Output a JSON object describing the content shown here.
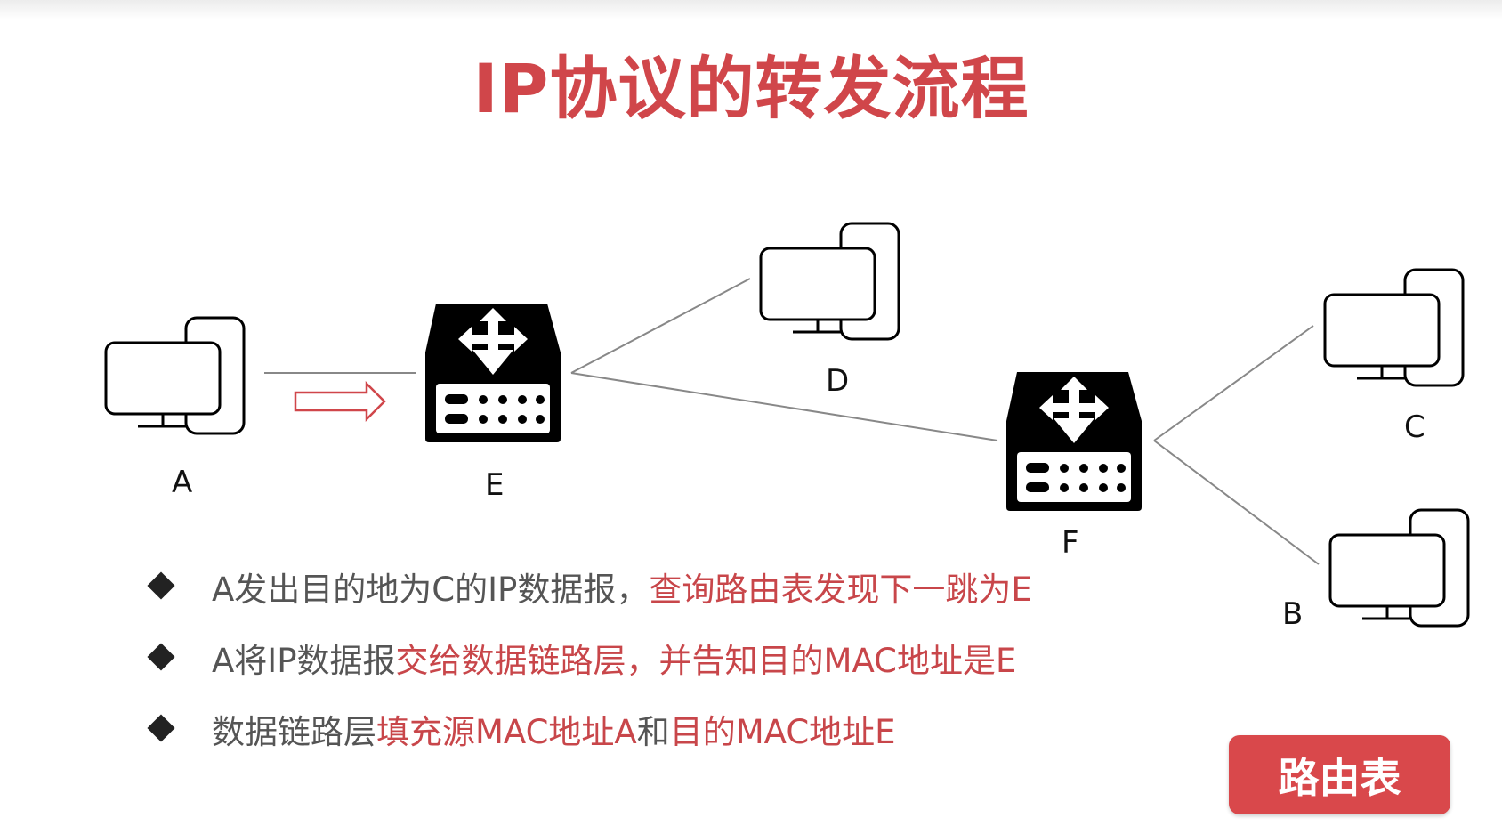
{
  "title": "IP协议的转发流程",
  "nodes": {
    "A": "A",
    "E": "E",
    "D": "D",
    "F": "F",
    "C": "C",
    "B": "B"
  },
  "bullets": [
    {
      "plain": "A发出目的地为C的IP数据报，",
      "highlight": "查询路由表发现下一跳为E"
    },
    {
      "plain": "A将IP数据报",
      "highlight": "交给数据链路层，并告知目的MAC地址是E"
    },
    {
      "plain": "数据链路层",
      "highlight": "填充源MAC地址A",
      "plain2": "和",
      "highlight2": "目的MAC地址E"
    }
  ],
  "button": {
    "label": "路由表"
  },
  "colors": {
    "accent": "#d0464a",
    "button": "#d9484b",
    "text": "#555555"
  },
  "icons": {
    "A": "computer-icon",
    "E": "router-icon",
    "D": "computer-icon",
    "F": "router-icon",
    "C": "computer-icon",
    "B": "computer-icon",
    "arrow": "right-arrow-icon",
    "bullet": "diamond-bullet-icon"
  }
}
